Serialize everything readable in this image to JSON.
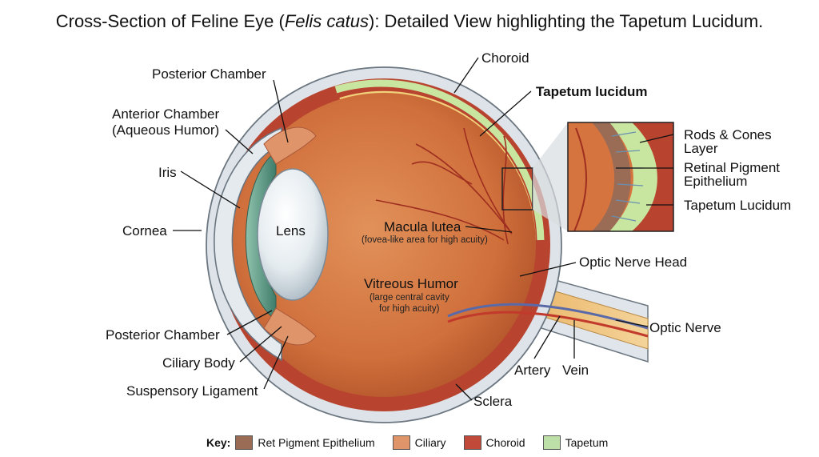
{
  "title": {
    "prefix": "Cross-Section of Feline Eye (",
    "species": "Felis catus",
    "suffix": "): Detailed View highlighting the Tapetum Lucidum."
  },
  "labels": {
    "posterior_chamber_top": "Posterior Chamber",
    "anterior_chamber_1": "Anterior Chamber",
    "anterior_chamber_2": "(Aqueous Humor)",
    "iris": "Iris",
    "cornea": "Cornea",
    "lens": "Lens",
    "posterior_chamber_bottom": "Posterior Chamber",
    "ciliary_body": "Ciliary Body",
    "suspensory_ligament": "Suspensory Ligament",
    "choroid": "Choroid",
    "tapetum_lucidum": "Tapetum lucidum",
    "macula_lutea": "Macula lutea",
    "macula_note": "(fovea-like area for high acuity)",
    "vitreous_humor": "Vitreous Humor",
    "vitreous_note_1": "(large central cavity",
    "vitreous_note_2": "for high acuity)",
    "optic_nerve_head": "Optic Nerve Head",
    "optic_nerve": "Optic Nerve",
    "artery": "Artery",
    "vein": "Vein",
    "sclera": "Sclera",
    "rods_cones_1": "Rods & Cones",
    "rods_cones_2": "Layer",
    "rpe_1": "Retinal Pigment",
    "rpe_2": "Epithelium",
    "tapetum_inset": "Tapetum Lucidum"
  },
  "key": {
    "title": "Key:",
    "items": [
      {
        "label": "Ret Pigment Epithelium",
        "color": "#9a6b55"
      },
      {
        "label": "Ciliary",
        "color": "#e0946a"
      },
      {
        "label": "Choroid",
        "color": "#c0493a"
      },
      {
        "label": "Tapetum",
        "color": "#bde0a8"
      }
    ]
  },
  "colors": {
    "sclera": "#dde3e8",
    "vitreous": "#d5743f",
    "choroid": "#b8432f",
    "tapetum": "#c8e6a0",
    "iris": "#6aa58f",
    "lens": "#e8eef2",
    "nerve": "#f0c070",
    "artery": "#c23a2c",
    "vein": "#5a6aa8"
  }
}
